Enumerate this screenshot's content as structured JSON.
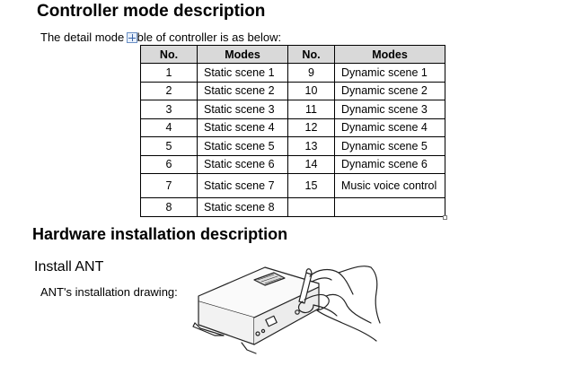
{
  "section1": {
    "heading": "Controller mode description",
    "intro": "The detail mode table of controller is as below:"
  },
  "table": {
    "headers": [
      "No.",
      "Modes",
      "No.",
      "Modes"
    ],
    "rows": [
      [
        "1",
        "Static scene 1",
        "9",
        "Dynamic scene 1"
      ],
      [
        "2",
        "Static scene 2",
        "10",
        "Dynamic scene 2"
      ],
      [
        "3",
        "Static scene 3",
        "11",
        "Dynamic scene 3"
      ],
      [
        "4",
        "Static scene 4",
        "12",
        "Dynamic scene 4"
      ],
      [
        "5",
        "Static scene 5",
        "13",
        "Dynamic scene 5"
      ],
      [
        "6",
        "Static scene 6",
        "14",
        "Dynamic scene 6"
      ],
      [
        "7",
        "Static scene 7",
        "15",
        "Music voice control"
      ],
      [
        "8",
        "Static scene 8",
        "",
        ""
      ]
    ]
  },
  "section2": {
    "heading": "Hardware installation description",
    "subheading": "Install ANT",
    "drawing_caption": "ANT's installation drawing:"
  },
  "icons": {
    "table_move_handle": "move-handle-icon",
    "table_resize_handle": "resize-handle-icon"
  }
}
